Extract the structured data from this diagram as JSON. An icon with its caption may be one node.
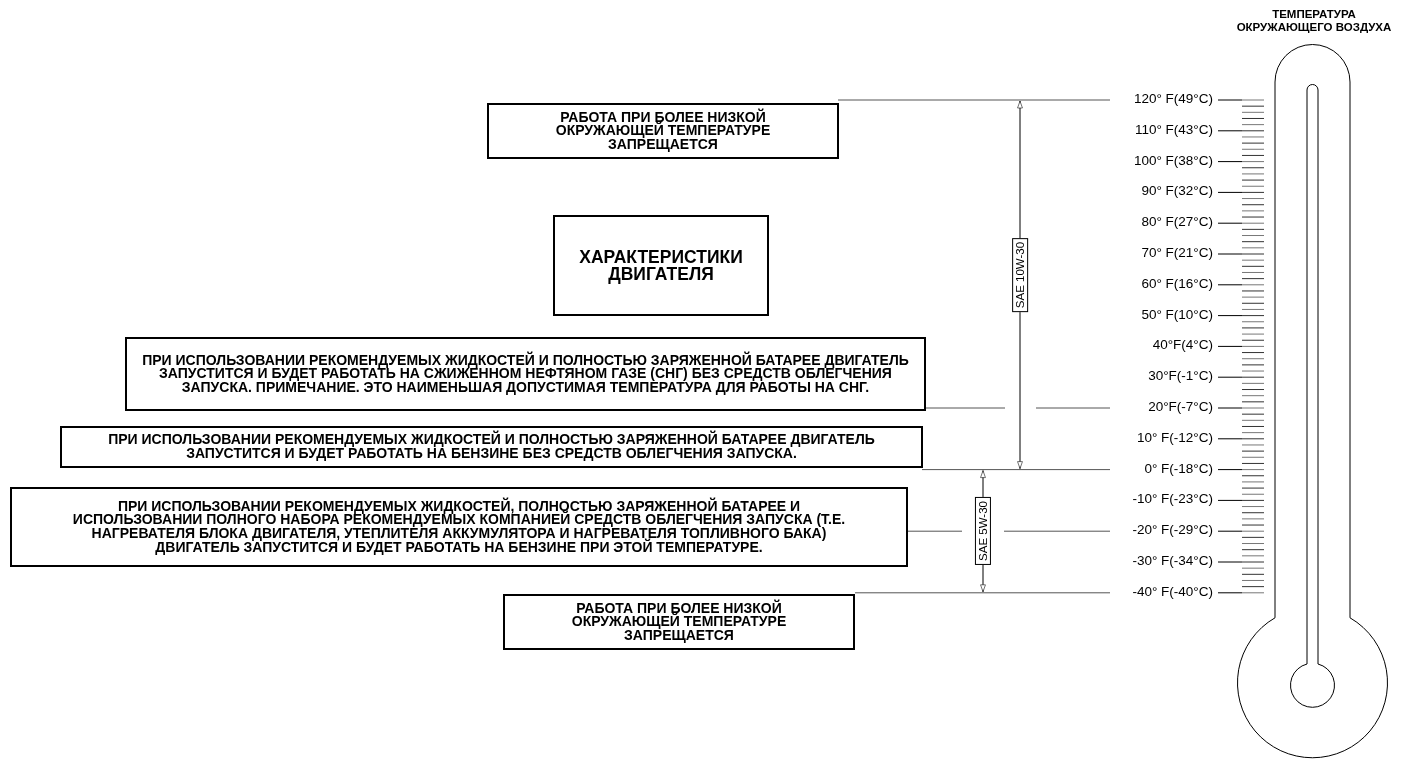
{
  "diagram": {
    "nodes": [
      {
        "text": [
          "РАБОТА ПРИ БОЛЕЕ НИЗКОЙ ОКРУЖАЮЩЕЙ ТЕМПЕРАТУРЕ ЗАПРЕЩАЕТСЯ"
        ]
      },
      {
        "text": [
          "ХАРАКТЕРИСТИКИ ДВИГАТЕЛЯ"
        ]
      },
      {
        "text": [
          "ПРИ ИСПОЛЬЗОВАНИИ РЕКОМЕНДУЕМЫХ ЖИДКОСТЕЙ И ПОЛНОСТЬЮ ЗАРЯЖЕННОЙ БАТАРЕЕ ДВИГАТЕЛЬ ЗАПУСТИТСЯ И БУДЕТ РАБОТАТЬ НА СЖИЖЕННОМ НЕФТЯНОМ ГАЗЕ (СНГ) БЕЗ СРЕДСТВ ОБЛЕГЧЕНИЯ ЗАПУСКА. ПРИМЕЧАНИЕ. ЭТО НАИМЕНЬШАЯ ДОПУСТИМАЯ ТЕМПЕРАТУРА ДЛЯ РАБОТЫ НА СНГ."
        ]
      },
      {
        "text": [
          "ПРИ ИСПОЛЬЗОВАНИИ РЕКОМЕНДУЕМЫХ ЖИДКОСТЕЙ И ПОЛНОСТЬЮ ЗАРЯЖЕННОЙ БАТАРЕЕ ДВИГАТЕЛЬ ЗАПУСТИТСЯ И БУДЕТ РАБОТАТЬ НА БЕНЗИНЕ БЕЗ СРЕДСТВ ОБЛЕГЧЕНИЯ ЗАПУСКА."
        ]
      },
      {
        "text": [
          "ПРИ ИСПОЛЬЗОВАНИИ РЕКОМЕНДУЕМЫХ ЖИДКОСТЕЙ, ПОЛНОСТЬЮ ЗАРЯЖЕННОЙ БАТАРЕЕ И ИСПОЛЬЗОВАНИИ ПОЛНОГО НАБОРА РЕКОМЕНДУЕМЫХ КОМПАНИЕЙ СРЕДСТВ ОБЛЕГЧЕНИЯ ЗАПУСКА (Т.Е. НАГРЕВАТЕЛЯ БЛОКА ДВИГАТЕЛЯ, УТЕПЛИТЕЛЯ АККУМУЛЯТОРА И НАГРЕВАТЕЛЯ ТОПЛИВНОГО БАКА) ДВИГАТЕЛЬ ЗАПУСТИТСЯ И БУДЕТ РАБОТАТЬ НА БЕНЗИНЕ ПРИ ЭТОЙ ТЕМПЕРАТУРЕ."
        ]
      },
      {
        "text": [
          "РАБОТА ПРИ БОЛЕЕ НИЗКОЙ ОКРУЖАЮЩЕЙ ТЕМПЕРАТУРЕ ЗАПРЕЩАЕТСЯ"
        ]
      }
    ],
    "labels": [
      "ТЕМПЕРАТУРА ОКРУЖАЮЩЕГО ВОЗДУХА",
      "SAE 10W-30",
      "SAE 5W-30",
      "120° F(49°C)",
      "110° F(43°C)",
      "100° F(38°C)",
      "90° F(32°C)",
      "80° F(27°C)",
      "70° F(21°C)",
      "60° F(16°C)",
      "50° F(10°C)",
      "40°F(4°C)",
      "30°F(-1°C)",
      "20°F(-7°C)",
      "10° F(-12°C)",
      "0° F(-18°C)",
      "-10° F(-23°C)",
      "-20° F(-29°C)",
      "-30° F(-34°C)",
      "-40° F(-40°C)"
    ]
  }
}
